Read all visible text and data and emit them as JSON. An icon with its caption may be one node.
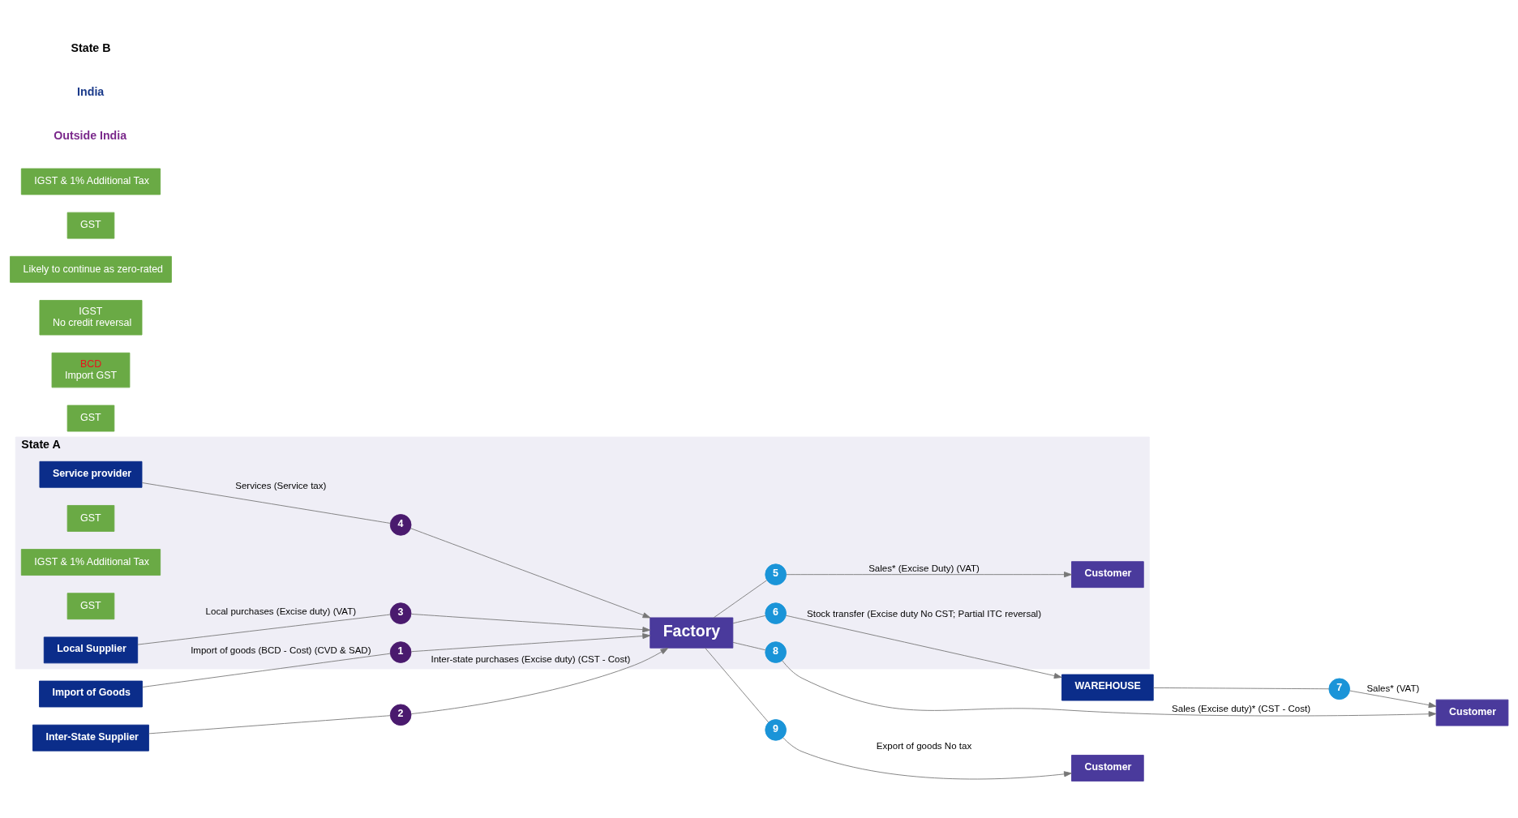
{
  "diagram": {
    "nodes": [
      {
        "text": [
          "State A"
        ]
      },
      {
        "text": [
          "Customer"
        ],
        "in": 0
      },
      {
        "text": [
          "Service provider"
        ],
        "in": 0
      },
      {
        "text": [
          "GST"
        ],
        "in": 0
      },
      {
        "text": [
          "GST"
        ]
      },
      {
        "text": [
          "BCD",
          "Import GST"
        ]
      },
      {
        "text": [
          "Import of Goods"
        ]
      },
      {
        "text": [
          "4"
        ],
        "in": 0
      },
      {
        "text": [
          "5"
        ],
        "in": 0
      },
      {
        "text": [
          "1"
        ],
        "in": 0
      },
      {
        "text": [
          "Factory"
        ],
        "in": 0
      },
      {
        "text": [
          "6"
        ],
        "in": 0
      },
      {
        "text": [
          "WAREHOUSE"
        ]
      },
      {
        "text": [
          "IGST",
          "No credit reversal"
        ]
      },
      {
        "text": [
          "9"
        ]
      },
      {
        "text": [
          "2"
        ]
      },
      {
        "text": [
          "7"
        ]
      },
      {
        "text": [
          "3"
        ],
        "in": 0
      },
      {
        "text": [
          "Likely to continue as zero-rated"
        ]
      },
      {
        "text": [
          "GST"
        ]
      },
      {
        "text": [
          "Customer"
        ]
      },
      {
        "text": [
          "8"
        ],
        "in": 0
      },
      {
        "text": [
          "IGST & 1% Additional Tax"
        ]
      },
      {
        "text": [
          "IGST & 1% Additional Tax"
        ],
        "in": 0
      },
      {
        "text": [
          "GST"
        ],
        "in": 0
      },
      {
        "text": [
          "Customer"
        ]
      },
      {
        "text": [
          "Inter-State Supplier"
        ]
      },
      {
        "text": [
          "Local Supplier"
        ],
        "in": 0
      }
    ],
    "edges": [
      {
        "from": 6,
        "to": 9,
        "arrow": "none",
        "label": "Import of goods (BCD - Cost) (CVD & SAD)"
      },
      {
        "from": 9,
        "to": 10,
        "arrow": "to"
      },
      {
        "from": 26,
        "to": 15,
        "arrow": "none"
      },
      {
        "from": 15,
        "to": 10,
        "arrow": "to",
        "label": "Inter-state purchases (Excise duty) (CST - Cost)"
      },
      {
        "from": 27,
        "to": 17,
        "arrow": "none",
        "label": "Local purchases (Excise duty) (VAT)"
      },
      {
        "from": 17,
        "to": 10,
        "arrow": "to"
      },
      {
        "from": 2,
        "to": 7,
        "arrow": "none",
        "label": "Services (Service tax)"
      },
      {
        "from": 7,
        "to": 10,
        "arrow": "to"
      },
      {
        "from": 10,
        "to": 8,
        "arrow": "none"
      },
      {
        "from": 8,
        "to": 1,
        "arrow": "to",
        "label": "Sales* (Excise Duty) (VAT)"
      },
      {
        "from": 10,
        "to": 11,
        "arrow": "none"
      },
      {
        "from": 11,
        "to": 12,
        "arrow": "to",
        "label": "Stock transfer (Excise duty No CST; Partial ITC reversal)"
      },
      {
        "from": 12,
        "to": 16,
        "arrow": "none"
      },
      {
        "from": 16,
        "to": 20,
        "arrow": "to",
        "label": "Sales* (VAT)"
      },
      {
        "from": 10,
        "to": 21,
        "arrow": "none"
      },
      {
        "from": 21,
        "to": 20,
        "arrow": "to",
        "label": "Sales (Excise duty)* (CST - Cost)"
      },
      {
        "from": 10,
        "to": 14,
        "arrow": "none"
      },
      {
        "from": 14,
        "to": 25,
        "arrow": "to",
        "label": "Export of goods No tax"
      }
    ],
    "labels": [
      "Outside India",
      "India",
      "State B"
    ]
  }
}
